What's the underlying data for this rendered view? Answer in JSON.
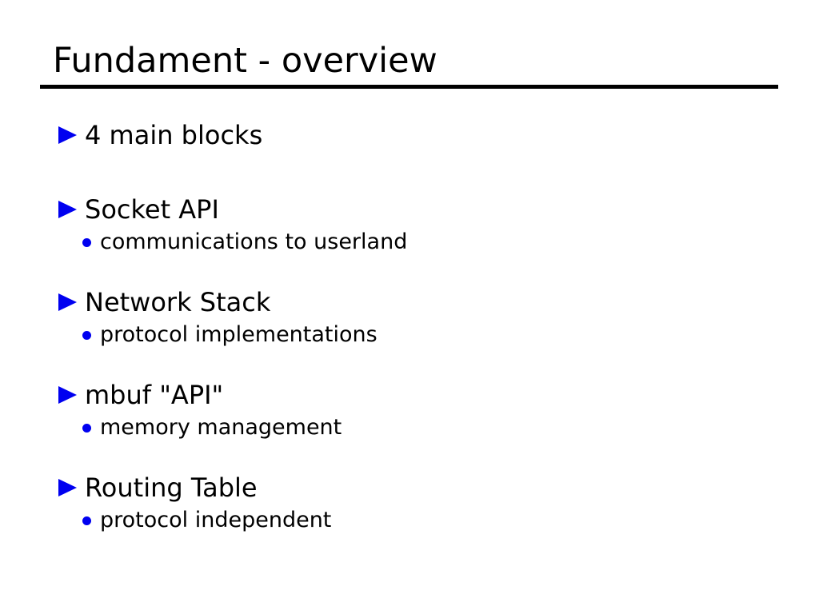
{
  "slide": {
    "title": "Fundament - overview",
    "bullets": [
      {
        "label": "4 main blocks"
      },
      {
        "label": "Socket API",
        "sub": "communications to userland"
      },
      {
        "label": "Network Stack",
        "sub": "protocol implementations"
      },
      {
        "label": "mbuf \"API\"",
        "sub": "memory management"
      },
      {
        "label": "Routing Table",
        "sub": "protocol independent"
      }
    ],
    "colors": {
      "bullet": "#0000f0",
      "text": "#000000",
      "underline": "#000000",
      "background": "#ffffff"
    }
  }
}
